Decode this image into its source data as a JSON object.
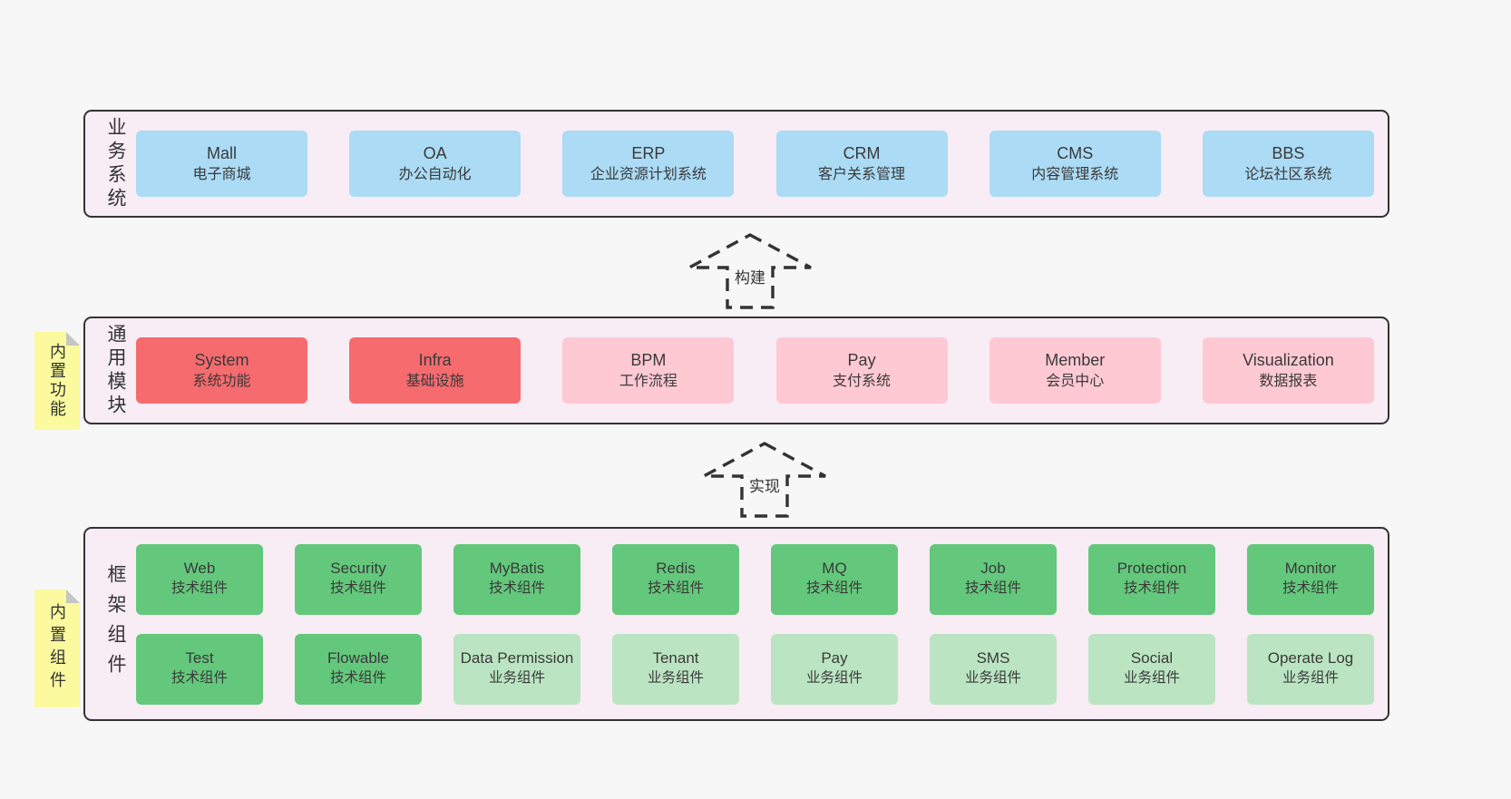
{
  "colors": {
    "page_bg": "#f7f7f7",
    "layer_bg": "#f8ecf5",
    "layer_border": "#333333",
    "blue": "#abdbf5",
    "red": "#f56b6e",
    "pink": "#fec9d3",
    "green": "#63c87b",
    "light_green": "#bbe5c2",
    "note_yellow": "#fbfa9e",
    "text": "#3a3a3a"
  },
  "layers": [
    {
      "label": "业务系统",
      "boxes": [
        {
          "en": "Mall",
          "zh": "电子商城"
        },
        {
          "en": "OA",
          "zh": "办公自动化"
        },
        {
          "en": "ERP",
          "zh": "企业资源计划系统"
        },
        {
          "en": "CRM",
          "zh": "客户关系管理"
        },
        {
          "en": "CMS",
          "zh": "内容管理系统"
        },
        {
          "en": "BBS",
          "zh": "论坛社区系统"
        }
      ]
    },
    {
      "label": "通用模块",
      "note": "内置功能",
      "boxes": [
        {
          "en": "System",
          "zh": "系统功能"
        },
        {
          "en": "Infra",
          "zh": "基础设施"
        },
        {
          "en": "BPM",
          "zh": "工作流程"
        },
        {
          "en": "Pay",
          "zh": "支付系统"
        },
        {
          "en": "Member",
          "zh": "会员中心"
        },
        {
          "en": "Visualization",
          "zh": "数据报表"
        }
      ]
    },
    {
      "label": "框架组件",
      "note": "内置组件",
      "rows": [
        [
          {
            "en": "Web",
            "zh": "技术组件"
          },
          {
            "en": "Security",
            "zh": "技术组件"
          },
          {
            "en": "MyBatis",
            "zh": "技术组件"
          },
          {
            "en": "Redis",
            "zh": "技术组件"
          },
          {
            "en": "MQ",
            "zh": "技术组件"
          },
          {
            "en": "Job",
            "zh": "技术组件"
          },
          {
            "en": "Protection",
            "zh": "技术组件"
          },
          {
            "en": "Monitor",
            "zh": "技术组件"
          }
        ],
        [
          {
            "en": "Test",
            "zh": "技术组件"
          },
          {
            "en": "Flowable",
            "zh": "技术组件"
          },
          {
            "en": "Data Permission",
            "zh": "业务组件"
          },
          {
            "en": "Tenant",
            "zh": "业务组件"
          },
          {
            "en": "Pay",
            "zh": "业务组件"
          },
          {
            "en": "SMS",
            "zh": "业务组件"
          },
          {
            "en": "Social",
            "zh": "业务组件"
          },
          {
            "en": "Operate Log",
            "zh": "业务组件"
          }
        ]
      ]
    }
  ],
  "arrows": [
    {
      "label": "构建"
    },
    {
      "label": "实现"
    }
  ]
}
